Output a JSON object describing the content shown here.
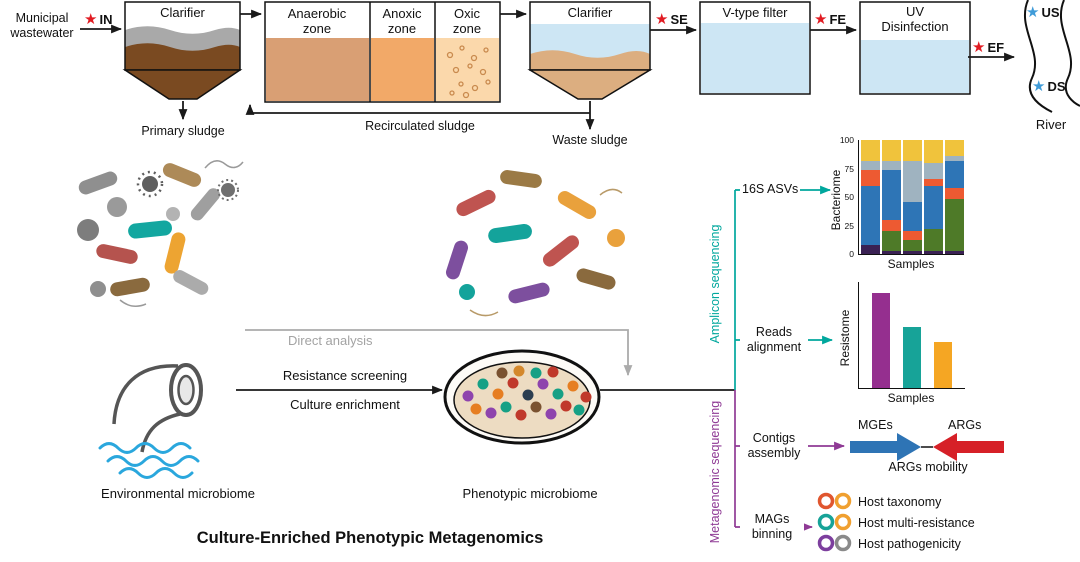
{
  "colors": {
    "teal": "#00a79d",
    "purple": "#8f3a95",
    "red_star": "#e11b22",
    "blue_star": "#3f9bd8",
    "mge_blue": "#2e74b5",
    "arg_red": "#d62027",
    "gray_arrow": "#ababab"
  },
  "icons": {
    "star": "★"
  },
  "process": {
    "influent_l1": "Municipal",
    "influent_l2": "wastewater",
    "in_tag": "IN",
    "clarifier1": "Clarifier",
    "primary_sludge": "Primary sludge",
    "zones": [
      {
        "l1": "Anaerobic",
        "l2": "zone"
      },
      {
        "l1": "Anoxic",
        "l2": "zone"
      },
      {
        "l1": "Oxic",
        "l2": "zone"
      }
    ],
    "recirculated": "Recirculated sludge",
    "clarifier2": "Clarifier",
    "waste_sludge": "Waste sludge",
    "se_tag": "SE",
    "v_filter": "V-type filter",
    "fe_tag": "FE",
    "uv_l1": "UV",
    "uv_l2": "Disinfection",
    "ef_tag": "EF",
    "us_tag": "US",
    "ds_tag": "DS",
    "river": "River"
  },
  "workflow": {
    "env_label": "Environmental microbiome",
    "phen_label": "Phenotypic microbiome",
    "direct": "Direct analysis",
    "screening": "Resistance screening",
    "enrichment": "Culture enrichment",
    "title": "Culture-Enriched Phenotypic Metagenomics"
  },
  "sequencing": {
    "amplicon": "Amplicon sequencing",
    "metagenomic": "Metagenomic sequencing",
    "b1": "16S ASVs",
    "b2_l1": "Reads",
    "b2_l2": "alignment",
    "b3_l1": "Contigs",
    "b3_l2": "assembly",
    "b4_l1": "MAGs",
    "b4_l2": "binning"
  },
  "outputs": {
    "mges": "MGEs",
    "args": "ARGs",
    "mobility": "ARGs mobility",
    "host_rows": [
      {
        "label": "Host taxonomy",
        "rings": [
          "#e0562f",
          "#f0a030"
        ]
      },
      {
        "label": "Host multi-resistance",
        "rings": [
          "#17a398",
          "#f0a030"
        ]
      },
      {
        "label": "Host pathogenicity",
        "rings": [
          "#7d3f9e",
          "#8a8a8a"
        ]
      }
    ]
  },
  "chart_data": [
    {
      "type": "bar",
      "stacked": true,
      "ylabel": "Bacteriome",
      "xlabel": "Samples",
      "ylim": [
        0,
        100
      ],
      "yticks": [
        100,
        75,
        50,
        25,
        0
      ],
      "bars": [
        [
          {
            "color": "#3a2153",
            "value": 8
          },
          {
            "color": "#2e75b6",
            "value": 52
          },
          {
            "color": "#ed5a32",
            "value": 14
          },
          {
            "color": "#9fb3c0",
            "value": 8
          },
          {
            "color": "#f0c33c",
            "value": 18
          }
        ],
        [
          {
            "color": "#3a2153",
            "value": 3
          },
          {
            "color": "#4e7a28",
            "value": 17
          },
          {
            "color": "#ed5a32",
            "value": 10
          },
          {
            "color": "#2e75b6",
            "value": 44
          },
          {
            "color": "#9fb3c0",
            "value": 8
          },
          {
            "color": "#f0c33c",
            "value": 18
          }
        ],
        [
          {
            "color": "#3a2153",
            "value": 3
          },
          {
            "color": "#4e7a28",
            "value": 9
          },
          {
            "color": "#ed5a32",
            "value": 8
          },
          {
            "color": "#2e75b6",
            "value": 26
          },
          {
            "color": "#9fb3c0",
            "value": 36
          },
          {
            "color": "#f0c33c",
            "value": 18
          }
        ],
        [
          {
            "color": "#3a2153",
            "value": 3
          },
          {
            "color": "#4e7a28",
            "value": 19
          },
          {
            "color": "#2e75b6",
            "value": 38
          },
          {
            "color": "#ed5a32",
            "value": 6
          },
          {
            "color": "#9fb3c0",
            "value": 14
          },
          {
            "color": "#f0c33c",
            "value": 20
          }
        ],
        [
          {
            "color": "#3a2153",
            "value": 3
          },
          {
            "color": "#4e7a28",
            "value": 45
          },
          {
            "color": "#ed5a32",
            "value": 10
          },
          {
            "color": "#2e75b6",
            "value": 24
          },
          {
            "color": "#9fb3c0",
            "value": 4
          },
          {
            "color": "#f0c33c",
            "value": 14
          }
        ]
      ]
    },
    {
      "type": "bar",
      "ylabel": "Resistome",
      "xlabel": "Samples",
      "ylim": [
        0,
        100
      ],
      "values": [
        90,
        58,
        43
      ],
      "colors": [
        "#952f8f",
        "#17a398",
        "#f5a623"
      ]
    }
  ]
}
